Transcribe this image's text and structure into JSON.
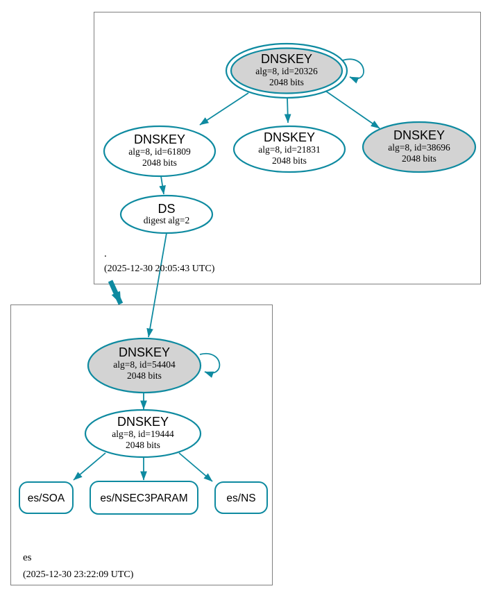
{
  "colors": {
    "edge_teal": "#0e8aa0",
    "node_fill_gray": "#d3d3d3",
    "node_fill_white": "#ffffff",
    "zone_box_border": "#7f7f7f",
    "text": "#000000"
  },
  "root_zone": {
    "label": ".",
    "timestamp": "(2025-12-30 20:05:43 UTC)",
    "ksk_20326": {
      "title": "DNSKEY",
      "detail": "alg=8, id=20326",
      "bits": "2048 bits"
    },
    "key_61809": {
      "title": "DNSKEY",
      "detail": "alg=8, id=61809",
      "bits": "2048 bits"
    },
    "key_21831": {
      "title": "DNSKEY",
      "detail": "alg=8, id=21831",
      "bits": "2048 bits"
    },
    "key_38696": {
      "title": "DNSKEY",
      "detail": "alg=8, id=38696",
      "bits": "2048 bits"
    },
    "ds": {
      "title": "DS",
      "detail": "digest alg=2"
    }
  },
  "es_zone": {
    "label": "es",
    "timestamp": "(2025-12-30 23:22:09 UTC)",
    "ksk_54404": {
      "title": "DNSKEY",
      "detail": "alg=8, id=54404",
      "bits": "2048 bits"
    },
    "key_19444": {
      "title": "DNSKEY",
      "detail": "alg=8, id=19444",
      "bits": "2048 bits"
    },
    "rrset_soa": {
      "label": "es/SOA"
    },
    "rrset_nsec3param": {
      "label": "es/NSEC3PARAM"
    },
    "rrset_ns": {
      "label": "es/NS"
    }
  }
}
